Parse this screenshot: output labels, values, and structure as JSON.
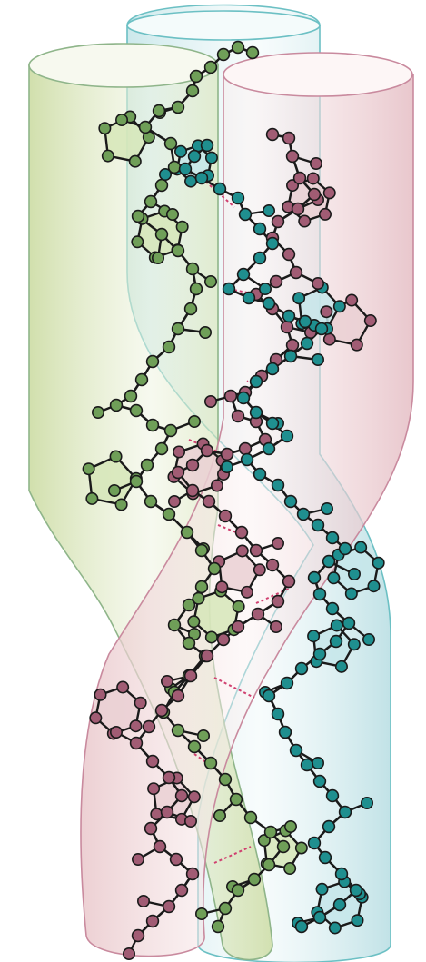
{
  "palette": {
    "green_tube_fill": "#dfe8c6",
    "green_tube_stroke": "#8fb58a",
    "pink_tube_fill": "#f2dada",
    "pink_tube_stroke": "#c98a9e",
    "cyan_tube_fill": "#d9eef0",
    "cyan_tube_stroke": "#6cc0c4",
    "green_atom": "#6f9f58",
    "pink_atom": "#a15c74",
    "cyan_atom": "#1f8f8f",
    "bond": "#1a1a1a",
    "hbond": "#d04070",
    "ring_green_fill": "#d6e6b8",
    "ring_pink_fill": "#ead0d4",
    "ring_cyan_fill": "#c6e6ea"
  },
  "strands": [
    "green",
    "pink",
    "cyan"
  ]
}
